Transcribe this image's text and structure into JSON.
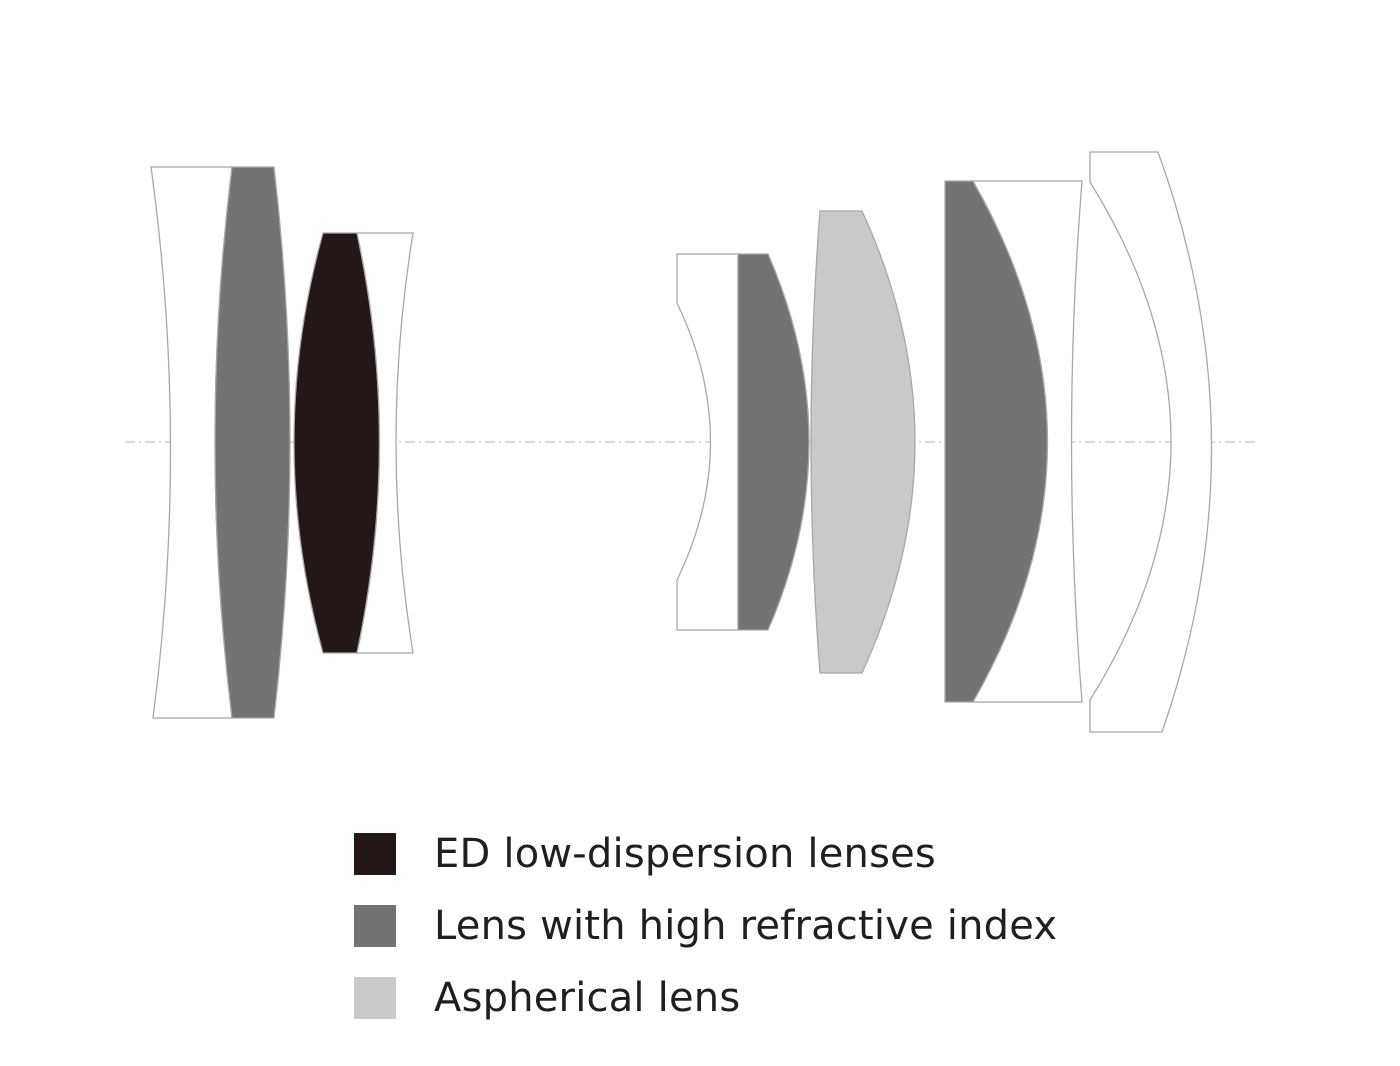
{
  "colors": {
    "ed_lens": "#231816",
    "high_refractive_lens": "#737373",
    "aspherical_lens": "#c9c9c9",
    "standard_lens_fill": "#ffffff",
    "outline": "#a8a8a8",
    "optical_axis": "#cfcfcf"
  },
  "legend": {
    "items": [
      {
        "label": "ED low-dispersion lenses",
        "color": "#231816",
        "icon": "ed-lens-swatch"
      },
      {
        "label": "Lens with high refractive index",
        "color": "#737373",
        "icon": "high-refractive-swatch"
      },
      {
        "label": "Aspherical lens",
        "color": "#c9c9c9",
        "icon": "aspherical-swatch"
      }
    ]
  },
  "elements": [
    {
      "group": 1,
      "type": "standard"
    },
    {
      "group": 1,
      "type": "high_refractive"
    },
    {
      "group": 1,
      "type": "ed"
    },
    {
      "group": 1,
      "type": "standard"
    },
    {
      "group": 2,
      "type": "standard"
    },
    {
      "group": 2,
      "type": "high_refractive"
    },
    {
      "group": 2,
      "type": "aspherical"
    },
    {
      "group": 2,
      "type": "high_refractive"
    },
    {
      "group": 2,
      "type": "standard"
    },
    {
      "group": 2,
      "type": "standard"
    }
  ]
}
